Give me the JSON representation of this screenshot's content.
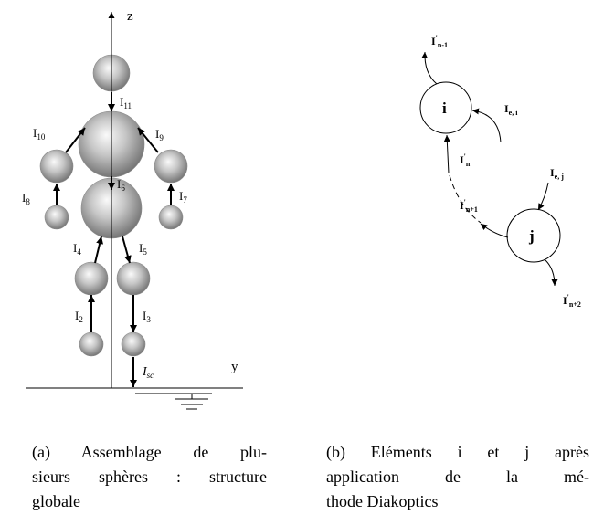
{
  "figure_a": {
    "axes": {
      "vertical": "z",
      "horizontal": "y"
    },
    "currents": [
      {
        "base": "I",
        "sub": "11"
      },
      {
        "base": "I",
        "sub": "10"
      },
      {
        "base": "I",
        "sub": "9"
      },
      {
        "base": "I",
        "sub": "8"
      },
      {
        "base": "I",
        "sub": "7"
      },
      {
        "base": "I",
        "sub": "6"
      },
      {
        "base": "I",
        "sub": "4"
      },
      {
        "base": "I",
        "sub": "5"
      },
      {
        "base": "I",
        "sub": "2"
      },
      {
        "base": "I",
        "sub": "3"
      },
      {
        "base": "I",
        "sub": "sc"
      }
    ],
    "caption": [
      "(a) Assemblage de plu-",
      "sieurs sphères : structure",
      "globale"
    ]
  },
  "figure_b": {
    "nodes": {
      "i": "i",
      "j": "j"
    },
    "currents": [
      {
        "base": "I",
        "prime": "'",
        "sub": "n-1"
      },
      {
        "base": "I",
        "sub": "e, i"
      },
      {
        "base": "I",
        "prime": "'",
        "sub": "n"
      },
      {
        "base": "I",
        "sub": "e, j"
      },
      {
        "base": "I",
        "prime": "'",
        "sub": "n+1"
      },
      {
        "base": "I",
        "prime": "'",
        "sub": "n+2"
      }
    ],
    "caption": [
      "(b) Eléments i et j après",
      "application de la mé-",
      "thode Diakoptics"
    ]
  },
  "colors": {
    "ink": "#000000",
    "sphere_light": "#fafafa",
    "sphere_mid": "#c6c6c6",
    "sphere_dark": "#6c6c6c"
  }
}
